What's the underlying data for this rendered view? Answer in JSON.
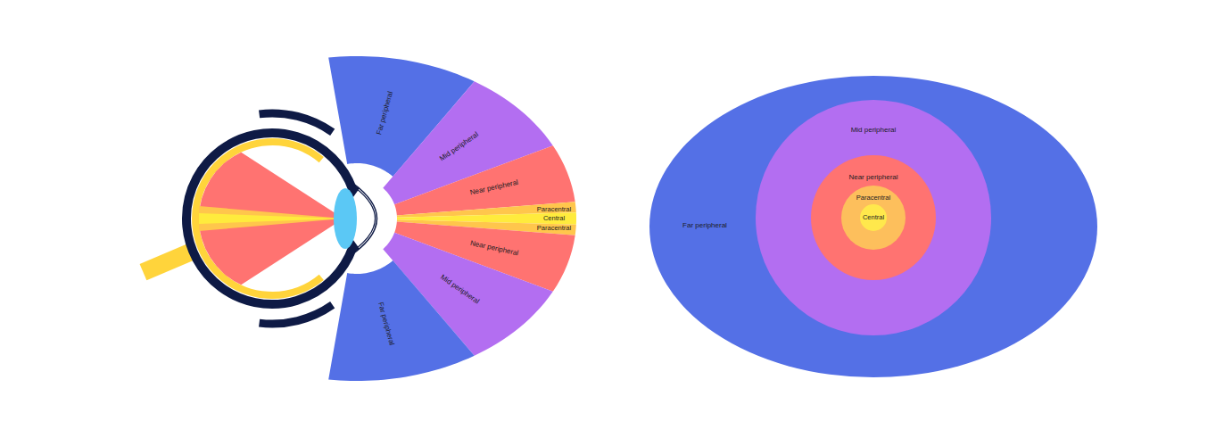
{
  "diagram": {
    "nodes": [
      {
        "text": [
          "Far peripheral"
        ]
      },
      {
        "text": [
          "Mid peripheral"
        ]
      },
      {
        "text": [
          "Near peripheral"
        ]
      },
      {
        "text": [
          "Paracentral"
        ]
      },
      {
        "text": [
          "Central"
        ]
      },
      {
        "text": [
          "Paracentral"
        ]
      },
      {
        "text": [
          "Near peripheral"
        ]
      },
      {
        "text": [
          "Mid peripheral"
        ]
      },
      {
        "text": [
          "Far peripheral"
        ]
      },
      {
        "text": [
          "Far peripheral"
        ]
      },
      {
        "text": [
          "Mid peripheral"
        ],
        "in": 9
      },
      {
        "text": [
          "Near peripheral"
        ],
        "in": 10
      },
      {
        "text": [
          "Paracentral"
        ],
        "in": 11
      },
      {
        "text": [
          "Central"
        ],
        "in": 12
      }
    ]
  }
}
